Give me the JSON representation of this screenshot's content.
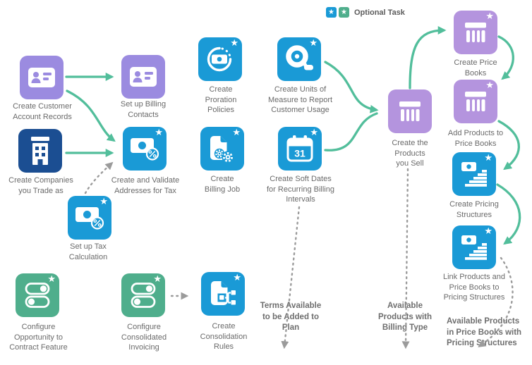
{
  "legend": {
    "label": "Optional Task"
  },
  "icons": {
    "star": "★",
    "calendar_day": "31"
  },
  "colors": {
    "tile_blue": "#1A9AD6",
    "tile_purple": "#9B8BE0",
    "tile_purple_light": "#B494DE",
    "tile_navy": "#1B4E92",
    "tile_green": "#4FAE8C",
    "arrow_green": "#52BE9B",
    "dotted_gray": "#9B9B9B"
  },
  "nodes": [
    {
      "id": "create-customer-account-records",
      "label": "Create Customer Account Records",
      "optional": false
    },
    {
      "id": "set-up-billing-contacts",
      "label": "Set up Billing Contacts",
      "optional": false
    },
    {
      "id": "create-companies-you-trade-as",
      "label": "Create Companies you Trade as",
      "optional": false
    },
    {
      "id": "create-and-validate-addresses-for-tax",
      "label": "Create and Validate Addresses for Tax",
      "optional": true
    },
    {
      "id": "set-up-tax-calculation",
      "label": "Set up Tax Calculation",
      "optional": true
    },
    {
      "id": "create-proration-policies",
      "label": "Create Proration Policies",
      "optional": true
    },
    {
      "id": "create-units-of-measure",
      "label": "Create Units of Measure to Report Customer Usage",
      "optional": true
    },
    {
      "id": "create-billing-job",
      "label": "Create Billing Job",
      "optional": true
    },
    {
      "id": "create-soft-dates",
      "label": "Create Soft Dates for Recurring Billing Intervals",
      "optional": true
    },
    {
      "id": "create-the-products-you-sell",
      "label": "Create the Products you Sell",
      "optional": false
    },
    {
      "id": "create-price-books",
      "label": "Create Price Books",
      "optional": true
    },
    {
      "id": "add-products-to-price-books",
      "label": "Add Products to Price Books",
      "optional": true
    },
    {
      "id": "create-pricing-structures",
      "label": "Create Pricing Structures",
      "optional": true
    },
    {
      "id": "link-products-and-price-books-to-pricing-structures",
      "label": "Link Products and Price Books to Pricing Structures",
      "optional": true
    },
    {
      "id": "configure-opportunity-to-contract-feature",
      "label": "Configure Opportunity to Contract Feature",
      "optional": true
    },
    {
      "id": "configure-consolidated-invoicing",
      "label": "Configure Consolidated Invoicing",
      "optional": true
    },
    {
      "id": "create-consolidation-rules",
      "label": "Create Consolidation Rules",
      "optional": true
    }
  ],
  "annotations": [
    {
      "id": "terms-available",
      "text": "Terms Available to be Added to Plan"
    },
    {
      "id": "available-products-billing-type",
      "text": "Available Products with Billing Type"
    },
    {
      "id": "available-products-price-books",
      "text": "Available Products in Price Books with Pricing Structures"
    }
  ]
}
